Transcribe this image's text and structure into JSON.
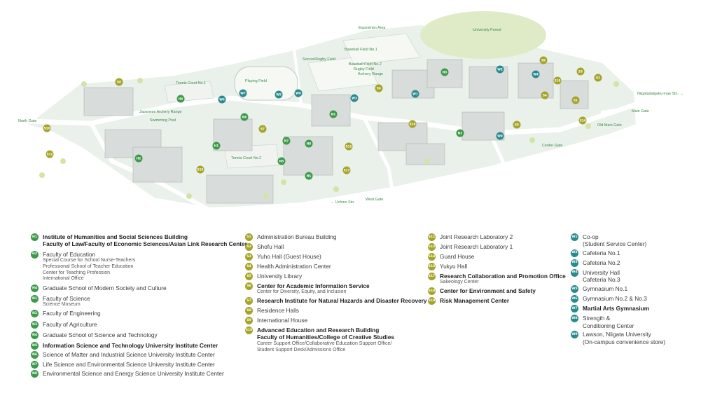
{
  "map": {
    "labels": {
      "equestrian_area": "Equestrian Area",
      "university_forest": "University Forest",
      "baseball_field_1": "Baseball Field No.1",
      "soccer_rugby_field": "Soccer/Rugby Field",
      "baseball_field_2": "Baseball Field No.2",
      "rugby_field": "Rugby Field",
      "archery_range": "Archery Range",
      "playing_field": "Playing Field",
      "tennis_court_1": "Tennis Court No.1",
      "japanese_archery_range": "Japanese Archery Range",
      "swimming_pool": "Swimming Pool",
      "north_gate": "North Gate",
      "tennis_court_2": "Tennis Court No.2",
      "west_gate": "West Gate",
      "uchino_stn": "← Uchino Stn.",
      "center_gate": "Center Gate",
      "old_main_gate": "Old Main Gate",
      "main_gate": "Main Gate",
      "niigatadaigaku_stn": "Niigatadaigaku-mae Stn. →"
    },
    "colors": {
      "road": "#ffffff",
      "ground": "#e9eee9",
      "building": "#d7dcd9",
      "building_dark": "#b9c0bc",
      "field": "#f4f6f2",
      "forest": "#dfeac6",
      "tree": "#cfe3a4"
    }
  },
  "legend": {
    "col1": [
      {
        "code": "H1",
        "color": "green",
        "lines": [
          "Institute of Humanities and Social Sciences Building",
          "Faculty of Law/Faculty of Economic Sciences/Asian Link Research Center"
        ],
        "bold": true,
        "subs": []
      },
      {
        "code": "H2",
        "color": "green",
        "lines": [
          "Faculty of Education"
        ],
        "bold": false,
        "subs": [
          "Special Course for School Nurse-Teachers",
          "Professional School of Teacher Education",
          "Center for Teaching Profession",
          "International Office"
        ]
      },
      {
        "code": "H4",
        "color": "green",
        "lines": [
          "Graduate School of Modern Society and Culture"
        ],
        "bold": false,
        "subs": []
      },
      {
        "code": "N1",
        "color": "green",
        "lines": [
          "Faculty of Science"
        ],
        "bold": false,
        "subs": [
          "Science Museum"
        ]
      },
      {
        "code": "N2",
        "color": "green",
        "lines": [
          "Faculty of Engineering"
        ],
        "bold": false,
        "subs": []
      },
      {
        "code": "N3",
        "color": "green",
        "lines": [
          "Faculty of Agriculture"
        ],
        "bold": false,
        "subs": []
      },
      {
        "code": "N4",
        "color": "green",
        "lines": [
          "Graduate School of Science and Technology"
        ],
        "bold": false,
        "subs": []
      },
      {
        "code": "N5",
        "color": "green",
        "lines": [
          "Information Science  and Technology University Institute Center"
        ],
        "bold": true,
        "subs": []
      },
      {
        "code": "N6",
        "color": "green",
        "lines": [
          "Science of Matter and Industrial Science University Institute Center"
        ],
        "bold": false,
        "subs": []
      },
      {
        "code": "N7",
        "color": "green",
        "lines": [
          "Life Science and Environmental Science University Institute Center"
        ],
        "bold": false,
        "subs": []
      },
      {
        "code": "N8",
        "color": "green",
        "lines": [
          "Environmental Science and Energy Science University Institute Center"
        ],
        "bold": false,
        "subs": []
      }
    ],
    "col2": [
      {
        "code": "S1",
        "color": "olive",
        "lines": [
          "Administration Bureau Building"
        ],
        "bold": false,
        "subs": []
      },
      {
        "code": "S2",
        "color": "olive",
        "lines": [
          "Shofu Hall"
        ],
        "bold": false,
        "subs": []
      },
      {
        "code": "S3",
        "color": "olive",
        "lines": [
          "Yuho Hall (Guest House)"
        ],
        "bold": false,
        "subs": []
      },
      {
        "code": "S4",
        "color": "olive",
        "lines": [
          "Health Administration Center"
        ],
        "bold": false,
        "subs": []
      },
      {
        "code": "S5",
        "color": "olive",
        "lines": [
          "University Library"
        ],
        "bold": false,
        "subs": []
      },
      {
        "code": "S6",
        "color": "olive",
        "lines": [
          "Center for Academic Information Service"
        ],
        "bold": true,
        "subs": [
          "Center for Diversity, Equity, and Inclusion"
        ]
      },
      {
        "code": "S7",
        "color": "olive",
        "lines": [
          "Research Institute  for Natural Hazards and Disaster Recovery"
        ],
        "bold": true,
        "subs": []
      },
      {
        "code": "S8",
        "color": "olive",
        "lines": [
          "Residence Halls"
        ],
        "bold": false,
        "subs": []
      },
      {
        "code": "S9",
        "color": "olive",
        "lines": [
          "International House"
        ],
        "bold": false,
        "subs": []
      },
      {
        "code": "S10",
        "color": "olive",
        "lines": [
          "Advanced Education and Research Building",
          "Faculty of Humanities/College of Creative Studies"
        ],
        "bold": true,
        "subs": [
          "Career Support Office/Collaborative Education Support Office/",
          "Student Support Desk/Admissions Office"
        ]
      }
    ],
    "col3": [
      {
        "code": "S11",
        "color": "olive",
        "lines": [
          "Joint Research Laboratory 2"
        ],
        "bold": false,
        "subs": []
      },
      {
        "code": "S12",
        "color": "olive",
        "lines": [
          "Joint Research Laboratory 1"
        ],
        "bold": false,
        "subs": []
      },
      {
        "code": "S14",
        "color": "olive",
        "lines": [
          "Guard House"
        ],
        "bold": false,
        "subs": []
      },
      {
        "code": "S15",
        "color": "olive",
        "lines": [
          "Yukyu Hall"
        ],
        "bold": false,
        "subs": []
      },
      {
        "code": "S17",
        "color": "olive",
        "lines": [
          "Research Collaboration and Promotion Office"
        ],
        "bold": true,
        "subs": [
          "Sakeology Center"
        ]
      },
      {
        "code": "S18",
        "color": "olive",
        "lines": [
          "Center  for Environment and Safety"
        ],
        "bold": true,
        "subs": []
      },
      {
        "code": "S19",
        "color": "olive",
        "lines": [
          "Risk Management Center"
        ],
        "bold": true,
        "subs": []
      }
    ],
    "col4": [
      {
        "code": "W1",
        "color": "teal",
        "lines": [
          "Co-op",
          "(Student Service Center)"
        ],
        "bold": false,
        "subs": []
      },
      {
        "code": "W2",
        "color": "teal",
        "lines": [
          "Cafeteria No.1"
        ],
        "bold": false,
        "subs": []
      },
      {
        "code": "W3",
        "color": "teal",
        "lines": [
          "Cafeteria No.2"
        ],
        "bold": false,
        "subs": []
      },
      {
        "code": "W4",
        "color": "teal",
        "lines": [
          "University Hall",
          "Cafeteria No.3"
        ],
        "bold": false,
        "subs": []
      },
      {
        "code": "W5",
        "color": "teal",
        "lines": [
          "Gymnasium No.1"
        ],
        "bold": false,
        "subs": []
      },
      {
        "code": "W6",
        "color": "teal",
        "lines": [
          "Gymnasium No.2 & No.3"
        ],
        "bold": false,
        "subs": []
      },
      {
        "code": "W7",
        "color": "teal",
        "lines": [
          "Martial Arts Gymnasium"
        ],
        "bold": true,
        "subs": []
      },
      {
        "code": "W8",
        "color": "teal",
        "lines": [
          "Strength &",
          "Conditioning Center"
        ],
        "bold": false,
        "subs": []
      },
      {
        "code": "W9",
        "color": "teal",
        "lines": [
          "Lawson, Niigata University",
          "(On-campus convenience store)"
        ],
        "bold": false,
        "subs": []
      }
    ]
  },
  "markers": [
    {
      "code": "H1",
      "color": "green"
    },
    {
      "code": "H2",
      "color": "green"
    },
    {
      "code": "H4",
      "color": "green"
    },
    {
      "code": "N1",
      "color": "green"
    },
    {
      "code": "N2",
      "color": "green"
    },
    {
      "code": "N3",
      "color": "green"
    },
    {
      "code": "N4",
      "color": "green"
    },
    {
      "code": "N5",
      "color": "green"
    },
    {
      "code": "N6",
      "color": "green"
    },
    {
      "code": "N7",
      "color": "green"
    },
    {
      "code": "N8",
      "color": "green"
    },
    {
      "code": "S1",
      "color": "olive"
    },
    {
      "code": "S2",
      "color": "olive"
    },
    {
      "code": "S3",
      "color": "olive"
    },
    {
      "code": "S4",
      "color": "olive"
    },
    {
      "code": "S5",
      "color": "olive"
    },
    {
      "code": "S6",
      "color": "olive"
    },
    {
      "code": "S7",
      "color": "olive"
    },
    {
      "code": "S8",
      "color": "olive"
    },
    {
      "code": "S9",
      "color": "olive"
    },
    {
      "code": "S10",
      "color": "olive"
    },
    {
      "code": "S11",
      "color": "olive"
    },
    {
      "code": "S12",
      "color": "olive"
    },
    {
      "code": "S14",
      "color": "olive"
    },
    {
      "code": "S15",
      "color": "olive"
    },
    {
      "code": "S17",
      "color": "olive"
    },
    {
      "code": "S18",
      "color": "olive"
    },
    {
      "code": "S19",
      "color": "olive"
    },
    {
      "code": "W1",
      "color": "teal"
    },
    {
      "code": "W2",
      "color": "teal"
    },
    {
      "code": "W3",
      "color": "teal"
    },
    {
      "code": "W4",
      "color": "teal"
    },
    {
      "code": "W5",
      "color": "teal"
    },
    {
      "code": "W6",
      "color": "teal"
    },
    {
      "code": "W7",
      "color": "teal"
    },
    {
      "code": "W8",
      "color": "teal"
    },
    {
      "code": "W9",
      "color": "teal"
    }
  ]
}
